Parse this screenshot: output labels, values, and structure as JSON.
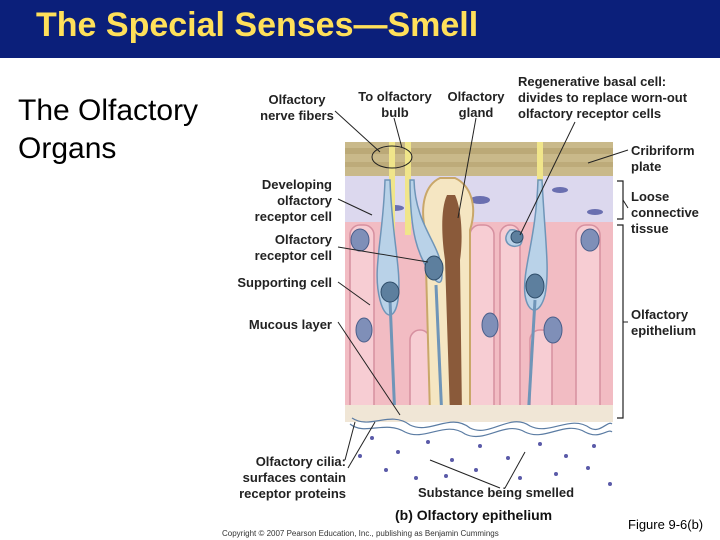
{
  "slide": {
    "title": "The Special Senses—Smell",
    "subtitle_line1": "The Olfactory",
    "subtitle_line2": "Organs",
    "figure_ref": "Figure 9-6(b)"
  },
  "diagram": {
    "labels": {
      "olfactory_nerve_fibers_1": "Olfactory",
      "olfactory_nerve_fibers_2": "nerve fibers",
      "to_olfactory_bulb_1": "To olfactory",
      "to_olfactory_bulb_2": "bulb",
      "olfactory_gland_1": "Olfactory",
      "olfactory_gland_2": "gland",
      "regenerative_1": "Regenerative basal cell:",
      "regenerative_2": "divides to replace worn-out",
      "regenerative_3": "olfactory receptor cells",
      "cribriform_1": "Cribriform",
      "cribriform_2": "plate",
      "loose_ct_1": "Loose",
      "loose_ct_2": "connective",
      "loose_ct_3": "tissue",
      "developing_1": "Developing",
      "developing_2": "olfactory",
      "developing_3": "receptor cell",
      "receptor_cell_1": "Olfactory",
      "receptor_cell_2": "receptor cell",
      "supporting_cell": "Supporting cell",
      "mucous_layer": "Mucous layer",
      "olfactory_epithelium_1": "Olfactory",
      "olfactory_epithelium_2": "epithelium",
      "cilia_1": "Olfactory cilia:",
      "cilia_2": "surfaces contain",
      "cilia_3": "receptor proteins",
      "substance": "Substance being smelled",
      "caption": "(b)  Olfactory epithelium",
      "copyright": "Copyright © 2007 Pearson Education, Inc., publishing as Benjamin Cummings"
    }
  },
  "colors": {
    "title_bar": "#0b1f7a",
    "title_text": "#ffe05a",
    "epithelium": "#f2bcc3",
    "connective": "#dcd8ee",
    "receptor": "#b9d2e8",
    "nucleus": "#5d7f9e",
    "nerve": "#f0e58a"
  }
}
